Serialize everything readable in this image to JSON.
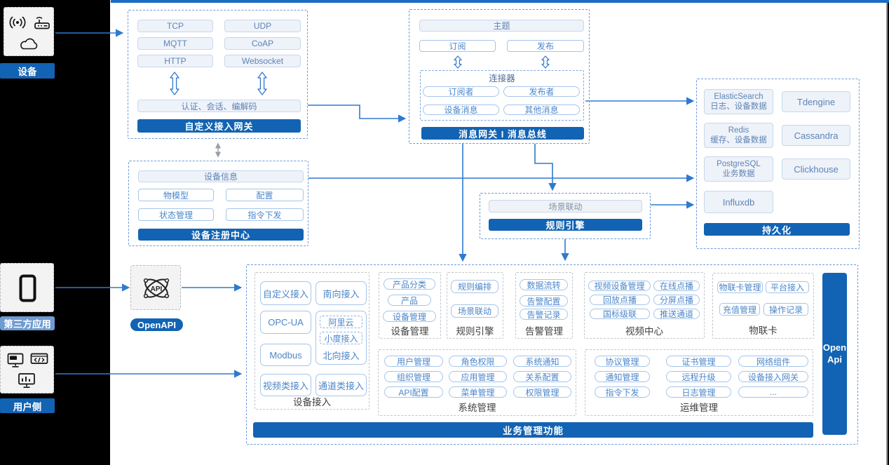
{
  "colors": {
    "primary": "#1263b3",
    "connector": "#2e7ad1",
    "third_party_label_bg": "#6f9bd1"
  },
  "left_rail": {
    "device": {
      "label": "设备"
    },
    "third_party": {
      "label": "第三方应用"
    },
    "user_side": {
      "label": "用户侧"
    }
  },
  "custom_gateway": {
    "protocols": [
      "TCP",
      "UDP",
      "MQTT",
      "CoAP",
      "HTTP",
      "Websocket"
    ],
    "session": "认证、会话、编解码",
    "title": "自定义接入网关"
  },
  "registry": {
    "info": "设备信息",
    "items": [
      "物模型",
      "配置",
      "状态管理",
      "指令下发"
    ],
    "title": "设备注册中心"
  },
  "message_bus": {
    "topic": "主题",
    "subscribe": "订阅",
    "publish": "发布",
    "connector_title": "连接器",
    "connector_items": [
      "订阅者",
      "发布者",
      "设备消息",
      "其他消息"
    ],
    "title": "消息网关 I 消息总线"
  },
  "persistence": {
    "stores": [
      "ElasticSearch\n日志、设备数据",
      "Tdengine",
      "Redis\n缓存、设备数据",
      "Cassandra",
      "PostgreSQL\n业务数据",
      "Clickhouse",
      "Influxdb"
    ],
    "title": "持久化"
  },
  "scene_rule": {
    "scene": "场景联动",
    "title": "规则引擎"
  },
  "openapi": {
    "label": "OpenAPI",
    "icon_text": "API"
  },
  "platform": {
    "device_access": {
      "title": "设备接入",
      "custom": "自定义接入",
      "south": "南向接入",
      "opcua": "OPC-UA",
      "north": {
        "ali": "阿里云",
        "xiaodu": "小度接入",
        "title": "北向接入"
      },
      "modbus": "Modbus",
      "video": "视频类接入",
      "channel": "通道类接入"
    },
    "device_mgmt": {
      "title": "设备管理",
      "items": [
        "产品分类",
        "产品",
        "设备管理"
      ]
    },
    "rule_engine": {
      "title": "规则引擎",
      "items": [
        "规则编排",
        "场景联动"
      ]
    },
    "alarm": {
      "title": "告警管理",
      "items": [
        "数据流转",
        "告警配置",
        "告警记录"
      ]
    },
    "video_center": {
      "title": "视频中心",
      "items": [
        "视频设备管理",
        "在线点播",
        "回放点播",
        "分屏点播",
        "国标级联",
        "推送通道"
      ]
    },
    "iot_card": {
      "title": "物联卡",
      "items": [
        "物联卡管理",
        "平台接入",
        "充值管理",
        "操作记录"
      ]
    },
    "system_mgmt": {
      "title": "系统管理",
      "items": [
        "用户管理",
        "角色权限",
        "系统通知",
        "组织管理",
        "应用管理",
        "关系配置",
        "API配置",
        "菜单管理",
        "权限管理"
      ]
    },
    "ops_mgmt": {
      "title": "运维管理",
      "items": [
        "协议管理",
        "证书管理",
        "网络组件",
        "通知管理",
        "远程升级",
        "设备接入网关",
        "指令下发",
        "日志管理",
        "..."
      ]
    },
    "open_api": "Open\nApi",
    "footer": "业务管理功能"
  }
}
